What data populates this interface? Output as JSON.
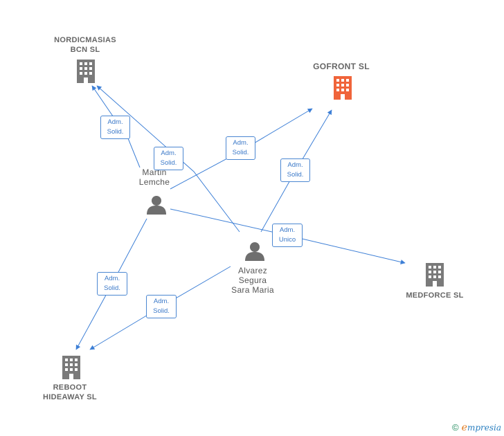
{
  "companies": {
    "nordicmasias": [
      "NORDICMASIAS",
      "BCN  SL"
    ],
    "gofront": [
      "GOFRONT  SL"
    ],
    "medforce": [
      "MEDFORCE  SL"
    ],
    "reboot": [
      "REBOOT",
      "HIDEAWAY  SL"
    ]
  },
  "persons": {
    "martin": [
      "Martin",
      "Lemche"
    ],
    "alvarez": [
      "Alvarez",
      "Segura",
      "Sara Maria"
    ]
  },
  "edge_labels": {
    "e1": [
      "Adm.",
      "Solid."
    ],
    "e2": [
      "Adm.",
      "Solid."
    ],
    "e3": [
      "Adm.",
      "Solid."
    ],
    "e4": [
      "Adm.",
      "Solid."
    ],
    "e5": [
      "Adm.",
      "Unico"
    ],
    "e6": [
      "Adm.",
      "Solid."
    ],
    "e7": [
      "Adm.",
      "Solid."
    ]
  },
  "colors": {
    "edge": "#3d7fd6",
    "building": "#7a7a7a",
    "building_highlight": "#f0643a",
    "person": "#6e6e6e"
  },
  "footer": {
    "copyright": "©",
    "brand_initial": "e",
    "brand_rest": "mpresia"
  }
}
